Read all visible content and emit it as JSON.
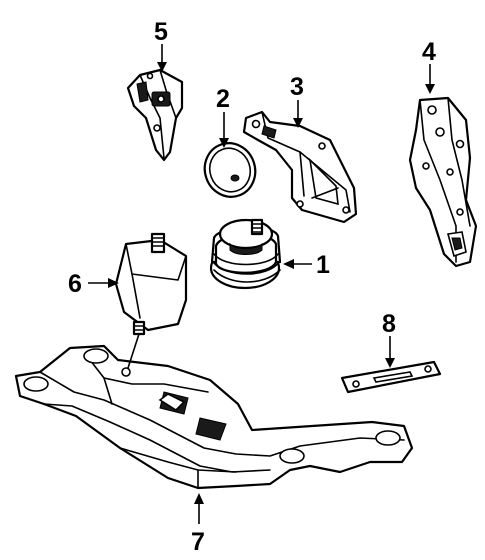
{
  "callouts": [
    {
      "id": "1",
      "text": "1"
    },
    {
      "id": "2",
      "text": "2"
    },
    {
      "id": "3",
      "text": "3"
    },
    {
      "id": "4",
      "text": "4"
    },
    {
      "id": "5",
      "text": "5"
    },
    {
      "id": "6",
      "text": "6"
    },
    {
      "id": "7",
      "text": "7"
    },
    {
      "id": "8",
      "text": "8"
    }
  ],
  "parts": [
    {
      "callout": "1",
      "icon": "engine-mount-insulator-icon"
    },
    {
      "callout": "2",
      "icon": "washer-plate-icon"
    },
    {
      "callout": "3",
      "icon": "mount-bracket-icon"
    },
    {
      "callout": "4",
      "icon": "side-bracket-icon"
    },
    {
      "callout": "5",
      "icon": "small-bracket-icon"
    },
    {
      "callout": "6",
      "icon": "transmission-mount-icon"
    },
    {
      "callout": "7",
      "icon": "crossmember-icon"
    },
    {
      "callout": "8",
      "icon": "shim-plate-icon"
    }
  ],
  "colors": {
    "ink": "#000000",
    "paper": "#ffffff"
  }
}
